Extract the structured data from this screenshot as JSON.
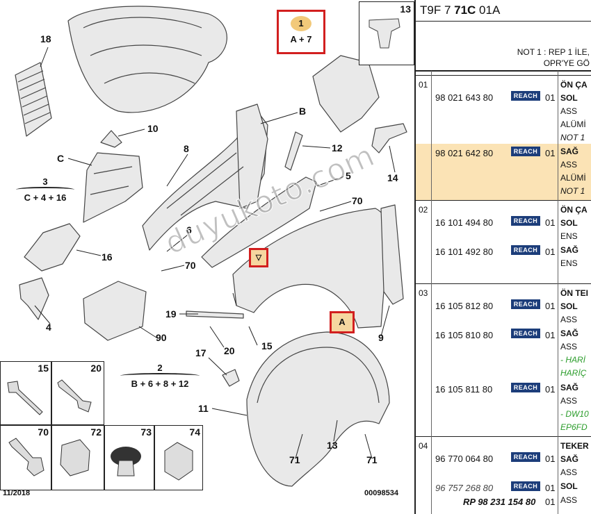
{
  "diagram": {
    "part_labels": [
      {
        "id": "13",
        "text": "13"
      },
      {
        "id": "18",
        "text": "18"
      },
      {
        "id": "10",
        "text": "10"
      },
      {
        "id": "C",
        "text": "C"
      },
      {
        "id": "8",
        "text": "8"
      },
      {
        "id": "B",
        "text": "B"
      },
      {
        "id": "12",
        "text": "12"
      },
      {
        "id": "14",
        "text": "14"
      },
      {
        "id": "5",
        "text": "5"
      },
      {
        "id": "70a",
        "text": "70"
      },
      {
        "id": "6",
        "text": "6"
      },
      {
        "id": "70b",
        "text": "70"
      },
      {
        "id": "16",
        "text": "16"
      },
      {
        "id": "4",
        "text": "4"
      },
      {
        "id": "90",
        "text": "90"
      },
      {
        "id": "19",
        "text": "19"
      },
      {
        "id": "20",
        "text": "20"
      },
      {
        "id": "15",
        "text": "15"
      },
      {
        "id": "9",
        "text": "9"
      },
      {
        "id": "17",
        "text": "17"
      },
      {
        "id": "11",
        "text": "11"
      },
      {
        "id": "13b",
        "text": "13"
      },
      {
        "id": "71a",
        "text": "71"
      },
      {
        "id": "71b",
        "text": "71"
      }
    ],
    "groups": [
      {
        "id": "g3",
        "number": "3",
        "formula": "C + 4 + 16"
      },
      {
        "id": "g2",
        "number": "2",
        "formula": "B + 6 + 8 + 12"
      }
    ],
    "callout_top": {
      "number": "1",
      "formula": "A + 7"
    },
    "callout_a": "A",
    "hardware": [
      {
        "id": "15",
        "text": "15"
      },
      {
        "id": "20",
        "text": "20"
      },
      {
        "id": "70",
        "text": "70"
      },
      {
        "id": "72",
        "text": "72"
      },
      {
        "id": "73",
        "text": "73"
      },
      {
        "id": "74",
        "text": "74"
      }
    ],
    "footer_date": "11/2018",
    "footer_code": "00098534",
    "watermark": "duyukoto.com"
  },
  "table": {
    "header": {
      "prefix": "T9F 7 ",
      "bold": "71C",
      "suffix": " 01A"
    },
    "note_line1": "NOT 1 : REP 1 İLE,",
    "note_line2": "OPR'YE GÖ",
    "reach_label": "REACH",
    "sections": [
      {
        "no": "01",
        "rows": [
          {
            "pn": "98 021 643 80",
            "qty": "01",
            "title": "ÖN ÇA",
            "lines": [
              "SOL",
              "ASS",
              "ALÜMİ",
              "NOT 1"
            ]
          },
          {
            "pn": "98 021 642 80",
            "qty": "01",
            "title": "",
            "lines": [
              "SAĞ",
              "ASS",
              "ALÜMİ",
              "NOT 1"
            ]
          }
        ]
      },
      {
        "no": "02",
        "rows": [
          {
            "pn": "16 101 494 80",
            "qty": "01",
            "title": "ÖN ÇA",
            "lines": [
              "SOL",
              "ENS"
            ]
          },
          {
            "pn": "16 101 492 80",
            "qty": "01",
            "title": "",
            "lines": [
              "SAĞ",
              "ENS"
            ]
          }
        ]
      },
      {
        "no": "03",
        "rows": [
          {
            "pn": "16 105 812 80",
            "qty": "01",
            "title": "ÖN TEI",
            "lines": [
              "SOL",
              "ASS"
            ]
          },
          {
            "pn": "16 105 810 80",
            "qty": "01",
            "title": "",
            "lines": [
              "SAĞ",
              "ASS",
              "- HARİ",
              "HARİÇ"
            ]
          },
          {
            "pn": "16 105 811 80",
            "qty": "01",
            "title": "",
            "lines": [
              "SAĞ",
              "ASS",
              "- DW10",
              "EP6FD"
            ]
          }
        ]
      },
      {
        "no": "04",
        "rows": [
          {
            "pn": "96 770 064 80",
            "qty": "01",
            "title": "TEKER",
            "lines": [
              "SAĞ",
              "ASS"
            ]
          },
          {
            "pn": "96 757 268 80",
            "qty": "01",
            "title": "",
            "lines": [
              "SOL"
            ]
          },
          {
            "pn": "RP 98 231 154 80",
            "qty": "01",
            "title": "",
            "lines": [
              "ASS"
            ]
          }
        ]
      }
    ],
    "colors": {
      "highlight": "#fbe3b5",
      "reach_bg": "#1c3d7a",
      "border": "#222222"
    }
  }
}
